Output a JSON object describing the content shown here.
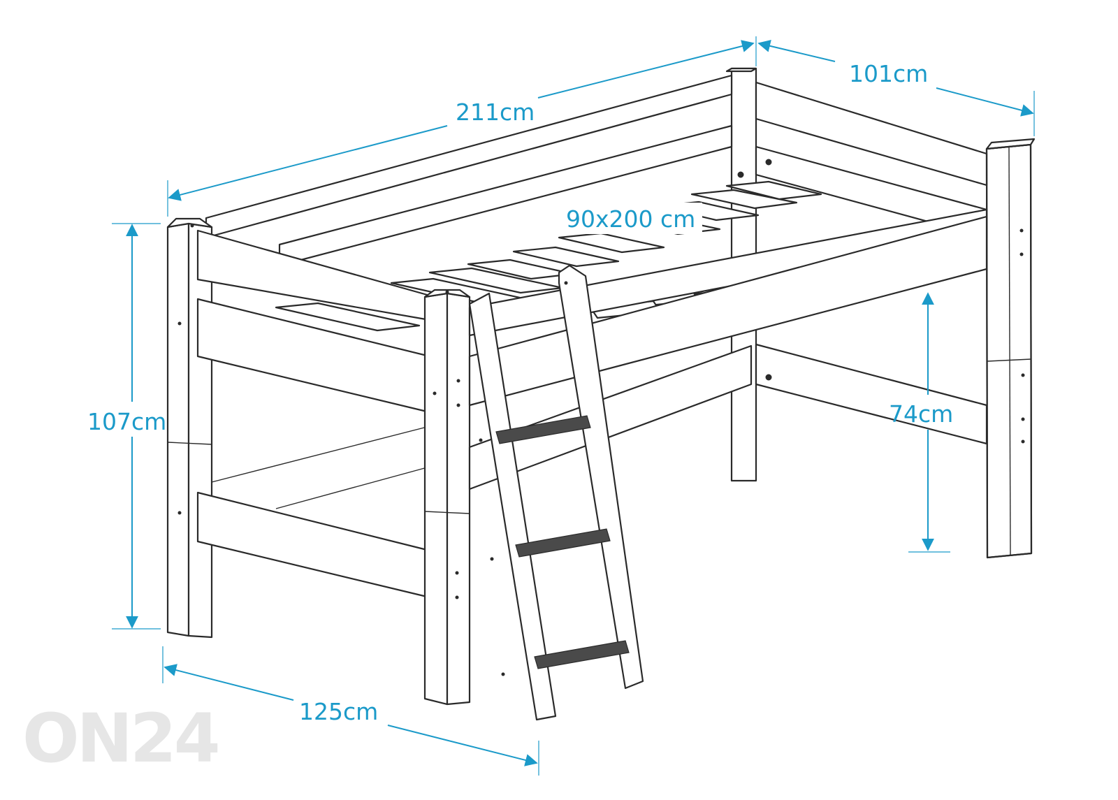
{
  "diagram": {
    "dimensions": {
      "length": "211cm",
      "depth": "101cm",
      "mattress": "90x200 cm",
      "height": "107cm",
      "under_height": "74cm",
      "width": "125cm"
    },
    "watermark": "ON24",
    "colors": {
      "dimension": "#1b9ac9",
      "outline": "#2a2a2a",
      "watermark": "#e6e6e6"
    }
  }
}
